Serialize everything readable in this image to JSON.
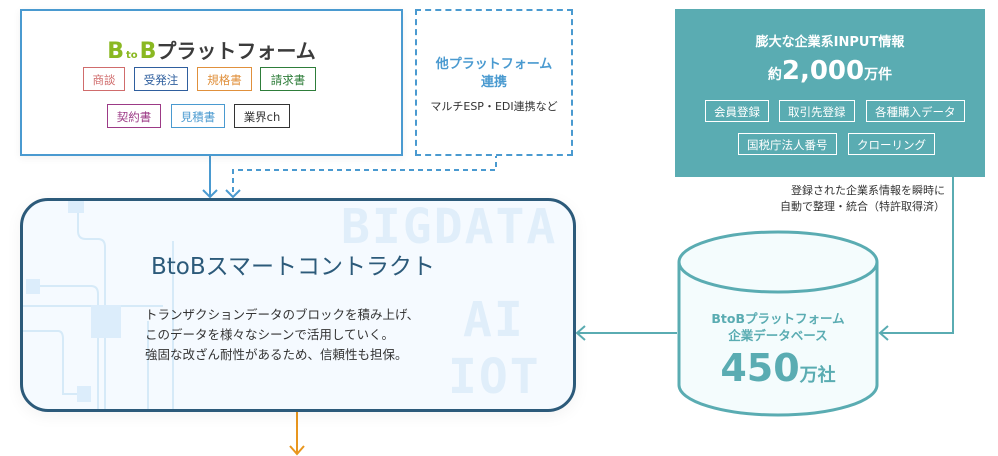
{
  "platform": {
    "logo": {
      "b1": "B",
      "to": "to",
      "b2": "B",
      "suffix": "プラットフォーム"
    },
    "tags": [
      {
        "label": "商談",
        "color": "#d06c6c"
      },
      {
        "label": "受発注",
        "color": "#2f5f9e"
      },
      {
        "label": "規格書",
        "color": "#e0903c"
      },
      {
        "label": "請求書",
        "color": "#2e7d3a"
      },
      {
        "label": "契約書",
        "color": "#9c3a86"
      },
      {
        "label": "見積書",
        "color": "#4a9ad0"
      },
      {
        "label": "業界ch",
        "color": "#333333"
      }
    ]
  },
  "other_platform": {
    "title_line1": "他プラットフォーム",
    "title_line2": "連携",
    "subtitle": "マルチESP・EDI連携など"
  },
  "input_info": {
    "title": "膨大な企業系INPUT情報",
    "count_prefix": "約",
    "count": "2,000",
    "count_suffix": "万件",
    "tags": [
      "会員登録",
      "取引先登録",
      "各種購入データ",
      "国税庁法人番号",
      "クローリング"
    ]
  },
  "caption": {
    "line1": "登録された企業系情報を瞬時に",
    "line2": "自動で整理・統合（特許取得済）"
  },
  "smart_contract": {
    "title": "BtoBスマートコントラクト",
    "lines": [
      "トランザクションデータのブロックを積み上げ、",
      "このデータを様々なシーンで活用していく。",
      "強固な改ざん耐性があるため、信頼性も担保。"
    ],
    "watermarks": [
      "BIGDATA",
      "AI",
      "IOT"
    ]
  },
  "database": {
    "line1": "BtoBプラットフォーム",
    "line2": "企業データベース",
    "count": "450",
    "unit": "万社"
  },
  "colors": {
    "blue": "#4a9ad0",
    "navy": "#2c5a7a",
    "teal": "#5aacb2",
    "orange": "#e8961e"
  }
}
